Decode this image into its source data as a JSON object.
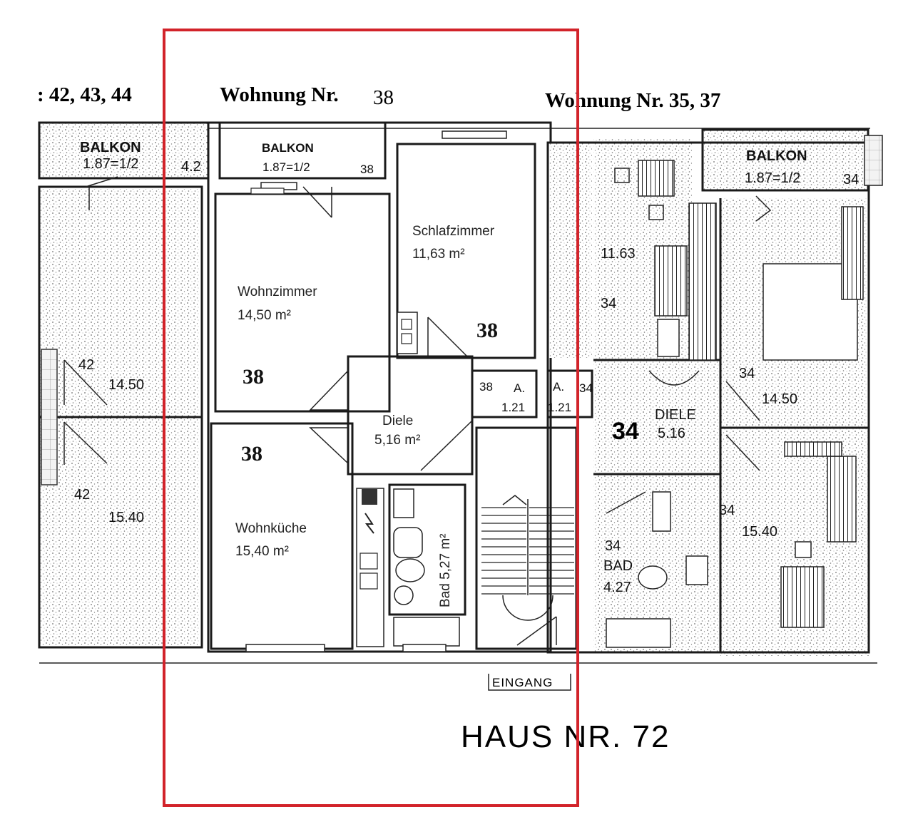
{
  "headings": {
    "left": ": 42, 43, 44",
    "center_prefix": "Wohnung Nr.",
    "center_number": "38",
    "right": "Wohnung Nr. 35, 37"
  },
  "center_unit": {
    "balcony": {
      "name": "BALKON",
      "size": "1.87=1/2",
      "number": "38"
    },
    "wohnzimmer": {
      "name": "Wohnzimmer",
      "area": "14,50 m²",
      "number": "38"
    },
    "schlafzimmer": {
      "name": "Schlafzimmer",
      "area": "11,63 m²",
      "number": "38"
    },
    "diele": {
      "name": "Diele",
      "area": "5,16 m²"
    },
    "abstell": {
      "number": "38",
      "name": "A.",
      "area": "1.21"
    },
    "wohnkueche": {
      "name": "Wohnküche",
      "area": "15,40 m²",
      "number": "38"
    },
    "bad": {
      "label": "Bad 5,27 m²"
    }
  },
  "left_unit": {
    "balcony": {
      "name": "BALKON",
      "size": "1.87=1/2",
      "number": "4.2"
    },
    "living_area": "14.50",
    "living_number": "42",
    "kitchen_area": "15.40",
    "kitchen_number": "42"
  },
  "right_unit": {
    "balcony": {
      "name": "BALKON",
      "size": "1.87=1/2",
      "number": "34"
    },
    "bedroom_area": "11.63",
    "bedroom_number": "34",
    "living_area": "14.50",
    "living_number": "34",
    "abstell_name": "A.",
    "abstell_number": "34",
    "abstell_area": "1.21",
    "diele_number": "34",
    "diele_name": "DIELE",
    "diele_area": "5.16",
    "kitchen_area": "15.40",
    "kitchen_number": "34",
    "bad_number": "34",
    "bad_name": "BAD",
    "bad_area": "4.27"
  },
  "entrance": "EINGANG",
  "house": "HAUS NR. 72",
  "colors": {
    "highlight": "#d2232a",
    "line": "#1a1a1a",
    "speckle": "#6e6e6e"
  }
}
